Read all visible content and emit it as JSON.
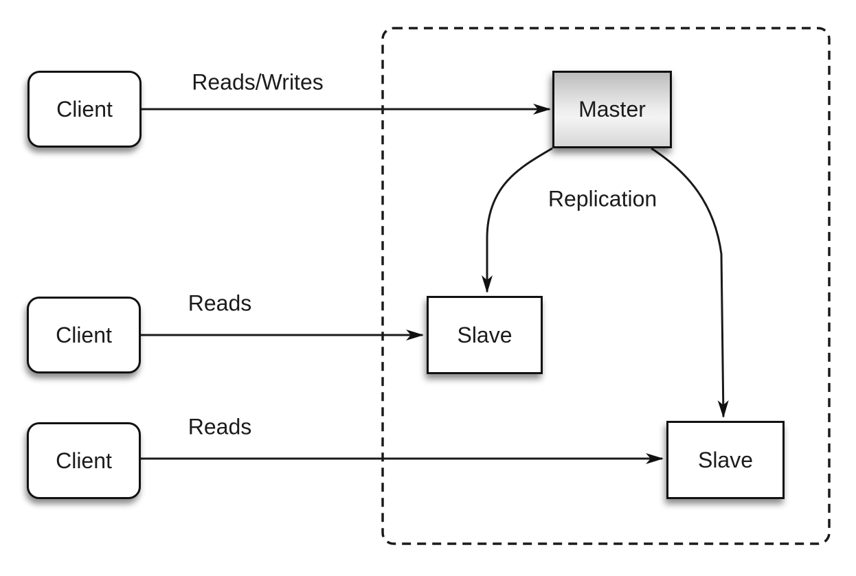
{
  "diagram": {
    "nodes": [
      {
        "id": "client-1",
        "label": "Client"
      },
      {
        "id": "client-2",
        "label": "Client"
      },
      {
        "id": "client-3",
        "label": "Client"
      },
      {
        "id": "master",
        "label": "Master"
      },
      {
        "id": "slave-1",
        "label": "Slave"
      },
      {
        "id": "slave-2",
        "label": "Slave"
      }
    ],
    "edges": [
      {
        "id": "reads-writes",
        "label": "Reads/Writes",
        "from": "client-1",
        "to": "master"
      },
      {
        "id": "reads-mid",
        "label": "Reads",
        "from": "client-2",
        "to": "slave-1"
      },
      {
        "id": "reads-bottom",
        "label": "Reads",
        "from": "client-3",
        "to": "slave-2"
      },
      {
        "id": "replication-left",
        "label": "Replication",
        "from": "master",
        "to": "slave-1"
      },
      {
        "id": "replication-right",
        "label": "Replication",
        "from": "master",
        "to": "slave-2"
      }
    ],
    "colors": {
      "background": "#ffffff",
      "line": "#1a1a1a",
      "node_border": "#111111",
      "node_fill": "#ffffff",
      "master_gradient_top": "#bdbdbd",
      "master_gradient_mid": "#f3f3f3",
      "master_gradient_bottom": "#d7d7d7",
      "text": "#1b1b1b"
    }
  }
}
